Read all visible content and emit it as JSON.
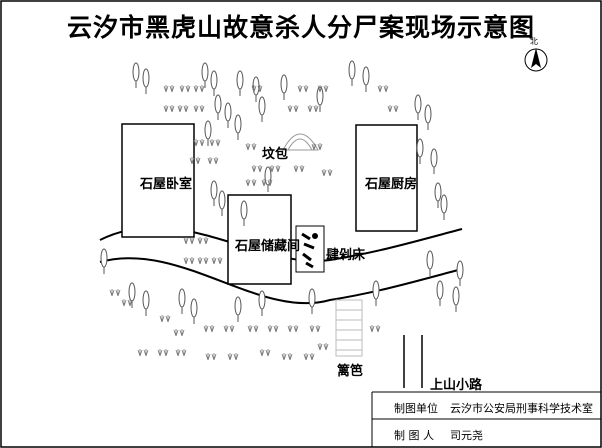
{
  "title": "云汐市黑虎山故意杀人分尸案现场示意图",
  "compass": {
    "label": "北"
  },
  "labels": {
    "bedroom": "石屋卧室",
    "kitchen": "石屋厨房",
    "storage": "石屋储藏间",
    "tomb": "坟包",
    "crime_bed": "肆剁床",
    "fence": "篱笆",
    "path": "上山小路"
  },
  "credits": {
    "unit_label": "制图单位",
    "unit_value": "云汐市公安局刑事科学技术室",
    "author_label": "制 图 人",
    "author_value": "司元尧"
  }
}
